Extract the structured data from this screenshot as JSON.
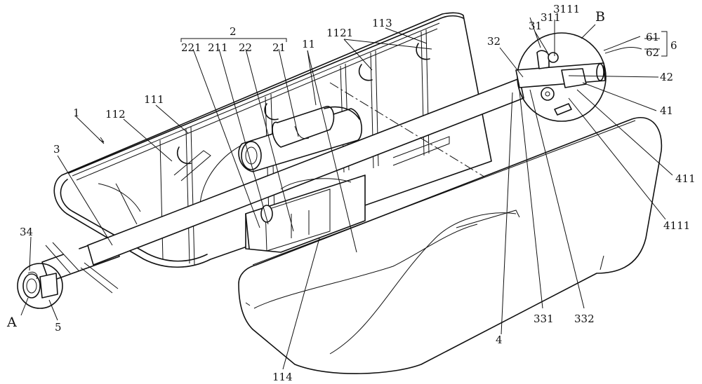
{
  "labels": {
    "l1": "1",
    "l2": "2",
    "l3": "3",
    "l4": "4",
    "l5": "5",
    "l6": "6",
    "l11": "11",
    "l21": "21",
    "l22": "22",
    "l31": "31",
    "l32": "32",
    "l34": "34",
    "l41": "41",
    "l42": "42",
    "l61": "61",
    "l62": "62",
    "l111": "111",
    "l112": "112",
    "l113": "113",
    "l114": "114",
    "l211": "211",
    "l221": "221",
    "l311": "311",
    "l331": "331",
    "l332": "332",
    "l411": "411",
    "l1121": "1121",
    "l3111": "3111",
    "l4111": "4111",
    "detailA": "A",
    "detailB": "B"
  }
}
